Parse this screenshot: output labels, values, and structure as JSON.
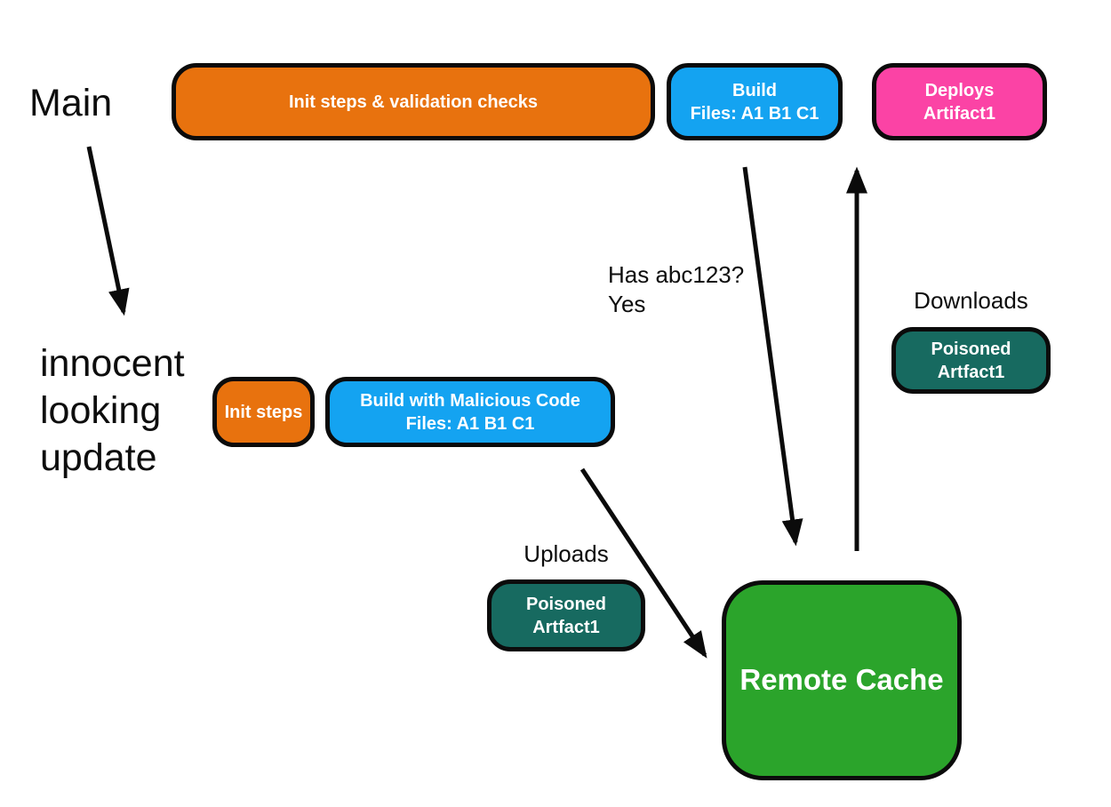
{
  "colors": {
    "background": "#FFFFFF",
    "border": "#0B0B0B",
    "arrow": "#0B0B0B",
    "text_dark": "#0D0D0D",
    "text_light": "#FFFFFF",
    "orange": "#E8720E",
    "blue": "#14A3F1",
    "pink": "#FB43A5",
    "teal": "#176A60",
    "green": "#2BA42B"
  },
  "labels": {
    "main": "Main",
    "innocent_line1": "innocent",
    "innocent_line2": "looking",
    "innocent_line3": "update",
    "has_hash_line1": "Has abc123?",
    "has_hash_line2": "Yes",
    "uploads": "Uploads",
    "downloads": "Downloads"
  },
  "nodes": {
    "init_validation": {
      "label": "Init steps & validation checks"
    },
    "build": {
      "line1": "Build",
      "line2": "Files: A1 B1 C1"
    },
    "deploys": {
      "line1": "Deploys",
      "line2": "Artifact1"
    },
    "init_steps": {
      "label": "Init steps"
    },
    "build_malicious": {
      "line1": "Build with Malicious Code",
      "line2": "Files: A1 B1 C1"
    },
    "poisoned_uploaded": {
      "line1": "Poisoned",
      "line2": "Artfact1"
    },
    "poisoned_downloaded": {
      "line1": "Poisoned",
      "line2": "Artfact1"
    },
    "remote_cache": {
      "label": "Remote Cache"
    }
  }
}
